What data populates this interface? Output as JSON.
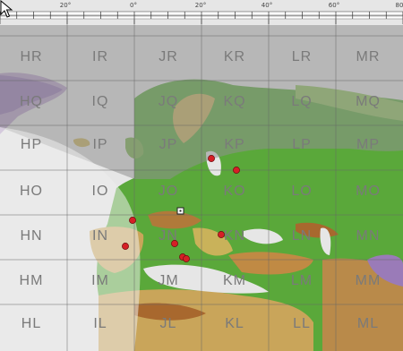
{
  "map": {
    "longitude_ticks": [
      "20°",
      "0°",
      "20°",
      "40°",
      "60°",
      "80"
    ],
    "grid_locators": [
      [
        "HR",
        "IR",
        "JR",
        "KR",
        "LR",
        "MR"
      ],
      [
        "HQ",
        "IQ",
        "JQ",
        "KQ",
        "LQ",
        "MQ"
      ],
      [
        "HP",
        "IP",
        "JP",
        "KP",
        "LP",
        "MP"
      ],
      [
        "HO",
        "IO",
        "JO",
        "KO",
        "LO",
        "MO"
      ],
      [
        "HN",
        "IN",
        "JN",
        "KN",
        "LN",
        "MN"
      ],
      [
        "HM",
        "IM",
        "JM",
        "KM",
        "LM",
        "MM"
      ],
      [
        "HL",
        "IL",
        "JL",
        "KL",
        "LL",
        "ML"
      ]
    ],
    "colors": {
      "night_overlay": "#a9a9a9",
      "ocean_day": "#e4e4e4",
      "grid_line": "#555555",
      "marker": "#d61f26",
      "land_low": "#5aa83a",
      "land_mid": "#c9b25a",
      "land_high": "#a8682e"
    },
    "station_markers": 8,
    "selected_marker_icon": "square-target-icon",
    "cursor_icon": "arrow-pointer-icon"
  }
}
